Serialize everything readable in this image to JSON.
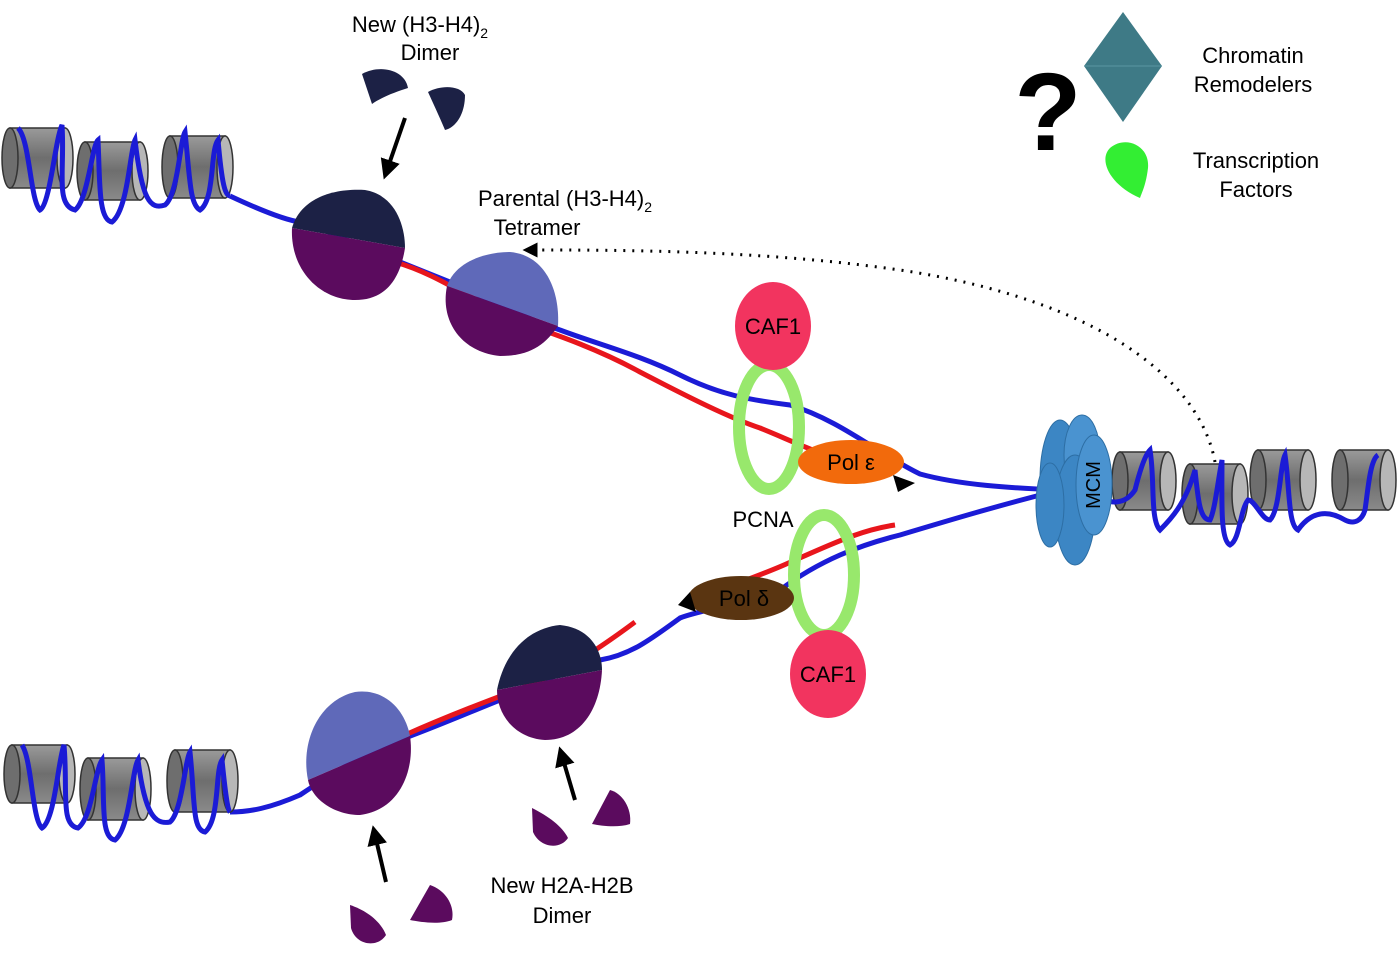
{
  "labels": {
    "new_h3h4_line1": "New (H3-H4)",
    "new_h3h4_sub": "2",
    "new_h3h4_line2": "Dimer",
    "parental_line1": "Parental  (H3-H4)",
    "parental_sub": "2",
    "parental_line2": "Tetramer",
    "caf1_top": "CAF1",
    "caf1_bottom": "CAF1",
    "pol_epsilon": "Pol ε",
    "pol_delta": "Pol δ",
    "pcna": "PCNA",
    "mcm": "MCM",
    "new_h2a_line1": "New H2A-H2B",
    "new_h2a_line2": "Dimer",
    "question_mark": "?"
  },
  "legend": {
    "remodelers_line1": "Chromatin",
    "remodelers_line2": "Remodelers",
    "tf_line1": "Transcription",
    "tf_line2": "Factors"
  },
  "colors": {
    "parental_strand": "#1b1bd6",
    "nascent_strand": "#e8161c",
    "h3h4_new": "#1c2145",
    "h3h4_parental": "#5f69b9",
    "h2a_h2b": "#5b0b5e",
    "caf1": "#f2345f",
    "pcna": "#98e86c",
    "pol_epsilon": "#f26a0c",
    "pol_delta": "#5a3511",
    "mcm": "#3e88c6",
    "remodeler": "#3e7a86",
    "transcription_factor": "#33ee33",
    "nucleosome": "#7d7d7d"
  }
}
